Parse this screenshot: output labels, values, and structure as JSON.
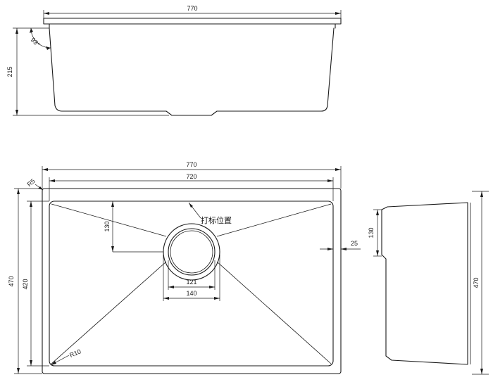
{
  "side_view": {
    "width_label": "770",
    "height_label": "215",
    "angle_label": "93°"
  },
  "top_view": {
    "outer_width_label": "770",
    "inner_width_label": "720",
    "corner_radius_label": "R5",
    "outer_height_label": "470",
    "inner_height_label": "420",
    "drain_offset_label": "130",
    "drain_inner_label": "121",
    "drain_outer_label": "140",
    "bottom_radius_label": "R10",
    "flange_label": "25",
    "drill_note": "打标位置"
  },
  "end_view": {
    "depth_label": "130",
    "height_label": "470"
  }
}
